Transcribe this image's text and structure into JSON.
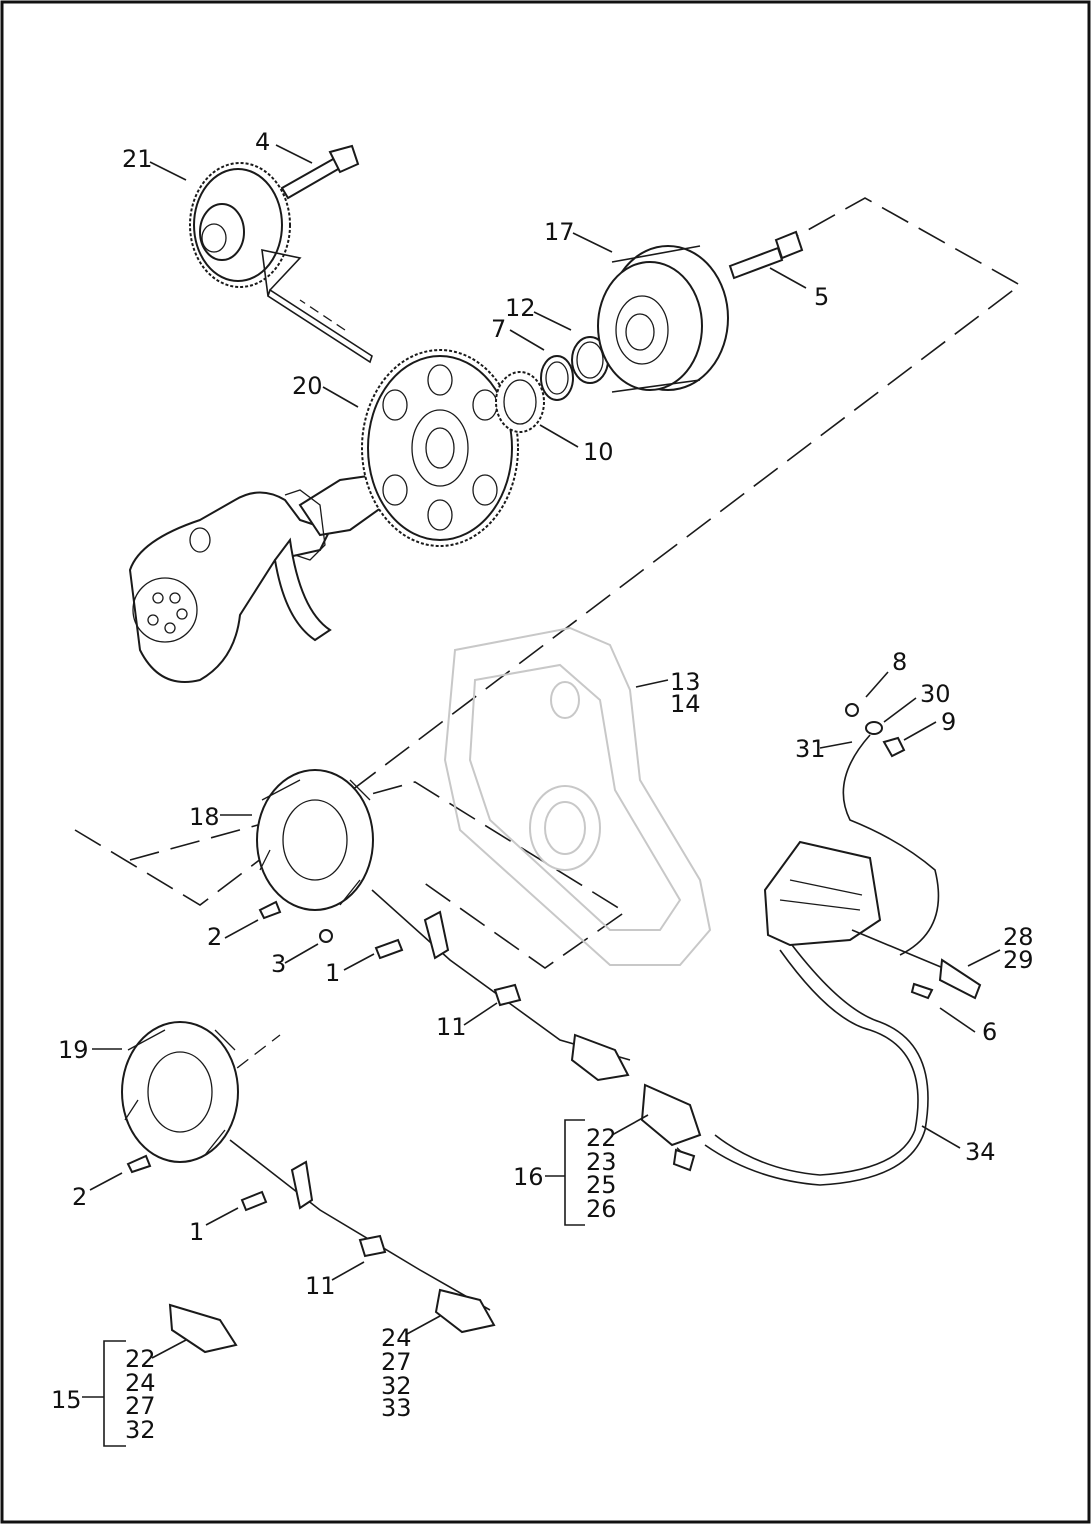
{
  "diagram": {
    "callouts": {
      "c1a": "1",
      "c1b": "1",
      "c2a": "2",
      "c2b": "2",
      "c3": "3",
      "c4": "4",
      "c5": "5",
      "c6": "6",
      "c7": "7",
      "c8": "8",
      "c9": "9",
      "c10": "10",
      "c11a": "11",
      "c11b": "11",
      "c12": "12",
      "c13": "13",
      "c14": "14",
      "c15": "15",
      "c16": "16",
      "c17": "17",
      "c18": "18",
      "c19": "19",
      "c20": "20",
      "c21": "21",
      "c28": "28",
      "c29": "29",
      "c30": "30",
      "c31": "31",
      "c34": "34",
      "k16_1": "22",
      "k16_2": "23",
      "k16_3": "25",
      "k16_4": "26",
      "k15_1": "22",
      "k15_2": "24",
      "k15_3": "27",
      "k15_4": "32",
      "k24_1": "24",
      "k24_2": "27",
      "k24_3": "32",
      "k24_4": "33"
    }
  }
}
